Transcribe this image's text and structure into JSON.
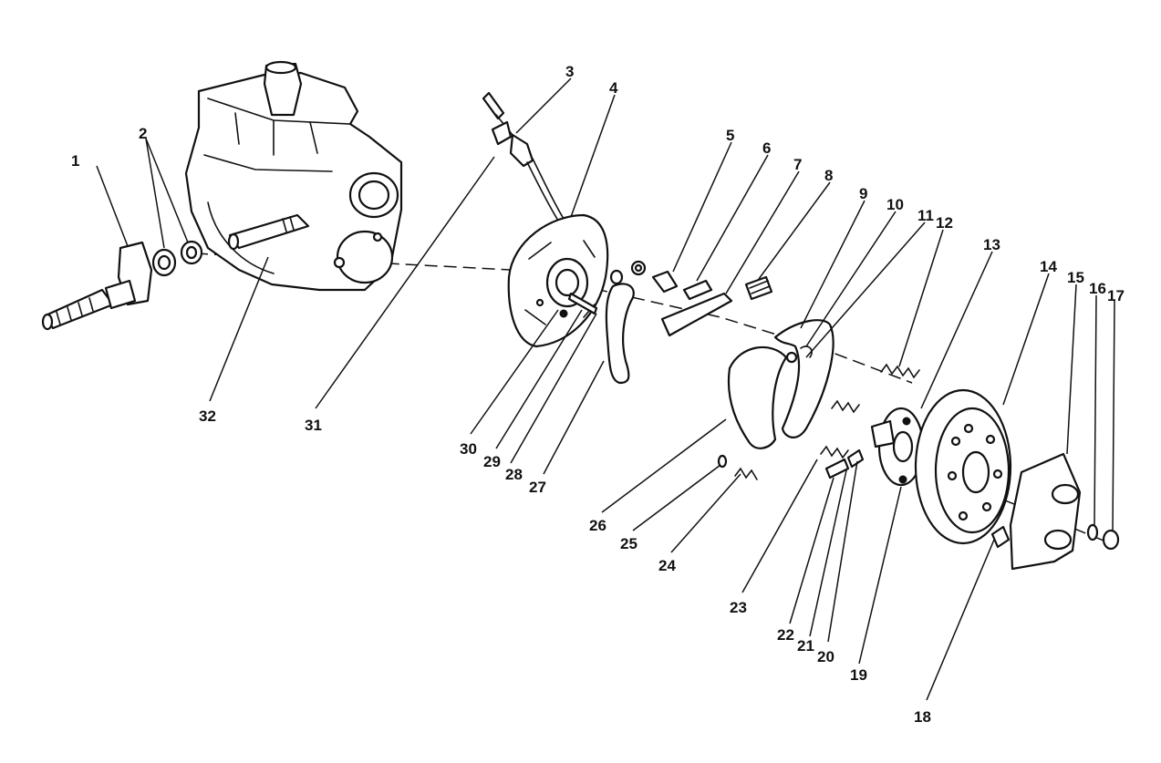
{
  "callouts": [
    "1",
    "2",
    "3",
    "4",
    "5",
    "6",
    "7",
    "8",
    "9",
    "10",
    "11",
    "12",
    "13",
    "14",
    "15",
    "16",
    "17",
    "18",
    "19",
    "20",
    "21",
    "22",
    "23",
    "24",
    "25",
    "26",
    "27",
    "28",
    "29",
    "30",
    "31",
    "32"
  ],
  "colors": {
    "ink": "#111111",
    "paper": "#ffffff"
  }
}
